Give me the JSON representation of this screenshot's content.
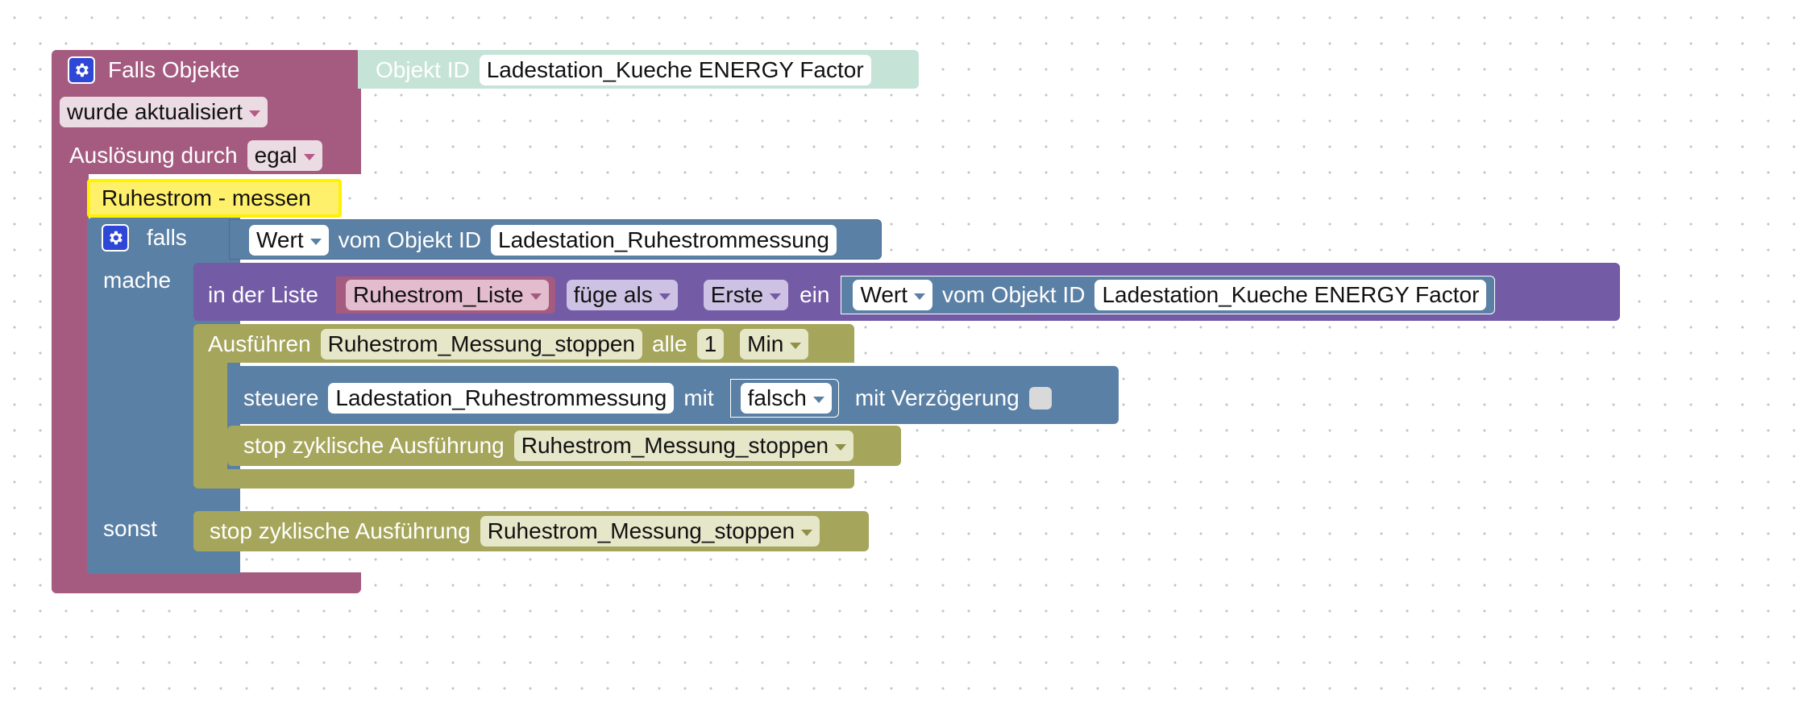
{
  "trigger": {
    "title": "Falls Objekte",
    "object_label": "Objekt ID",
    "object_value": "Ladestation_Kueche ENERGY  Factor",
    "event_value": "wurde aktualisiert",
    "ack_label": "Auslösung durch",
    "ack_value": "egal"
  },
  "comment": "Ruhestrom - messen",
  "if_block": {
    "falls_label": "falls",
    "mache_label": "mache",
    "sonst_label": "sonst",
    "cond_prop": "Wert",
    "cond_of_label": "vom Objekt ID",
    "cond_object": "Ladestation_Ruhestrommessung"
  },
  "list_block": {
    "prefix": "in der Liste",
    "variable": "Ruhestrom_Liste",
    "mode": "füge als",
    "where": "Erste",
    "suffix": "ein",
    "value_prop": "Wert",
    "value_of_label": "vom Objekt ID",
    "value_object": "Ladestation_Kueche ENERGY  Factor"
  },
  "interval_block": {
    "label": "Ausführen",
    "name": "Ruhestrom_Messung_stoppen",
    "every_label": "alle",
    "every_value": "1",
    "unit": "Min"
  },
  "control_block": {
    "label": "steuere",
    "object": "Ladestation_Ruhestrommessung",
    "with_label": "mit",
    "value": "falsch",
    "delay_label": "mit Verzögerung"
  },
  "stop_inner": {
    "label": "stop zyklische Ausführung",
    "target": "Ruhestrom_Messung_stoppen"
  },
  "stop_else": {
    "label": "stop zyklische Ausführung",
    "target": "Ruhestrom_Messung_stoppen"
  },
  "colors": {
    "trigger": "#a55b80",
    "logic": "#5b80a5",
    "list": "#745ba5",
    "timer": "#a5a55b",
    "object_id": "#c6e3d8",
    "comment": "#fff06c",
    "gear": "#2f47d6"
  },
  "icons": {
    "mutator": "gear-icon",
    "dropdown": "chevron-down-icon"
  }
}
